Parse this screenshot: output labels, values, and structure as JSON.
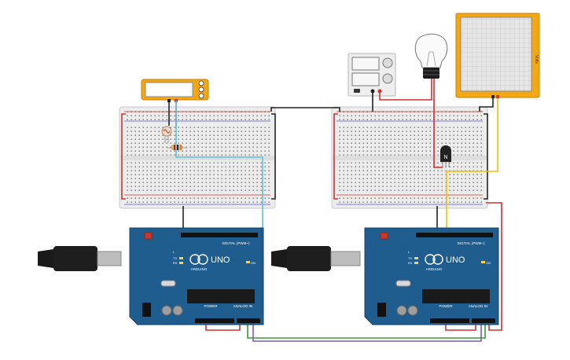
{
  "multimeter": {
    "display": ""
  },
  "power_supply": {
    "display_top": "",
    "display_bottom": ""
  },
  "arduino_left": {
    "brand": "ARDUINO",
    "model": "UNO",
    "digital_label": "DIGITAL (PWM~)",
    "power_label": "POWER",
    "analog_label": "ANALOG IN",
    "tx_label": "TX",
    "rx_label": "RX",
    "l_label": "L",
    "on_label": "ON"
  },
  "arduino_right": {
    "brand": "ARDUINO",
    "model": "UNO",
    "digital_label": "DIGITAL (PWM~)",
    "power_label": "POWER",
    "analog_label": "ANALOG IN",
    "tx_label": "TX",
    "rx_label": "RX",
    "l_label": "L",
    "on_label": "ON"
  },
  "transistor": {
    "label": "N"
  },
  "graph_panel": {
    "side_label": "Volts"
  },
  "colors": {
    "board_blue": "#1f5d8f",
    "wire_red": "#d32f2f",
    "wire_black": "#222222",
    "wire_cyan": "#5ec3d6",
    "wire_yellow": "#f2c200",
    "wire_green": "#3a9a3a",
    "wire_purple": "#7a5bb0",
    "breadboard": "#eeeeee",
    "multimeter_yellow": "#f3a713"
  }
}
